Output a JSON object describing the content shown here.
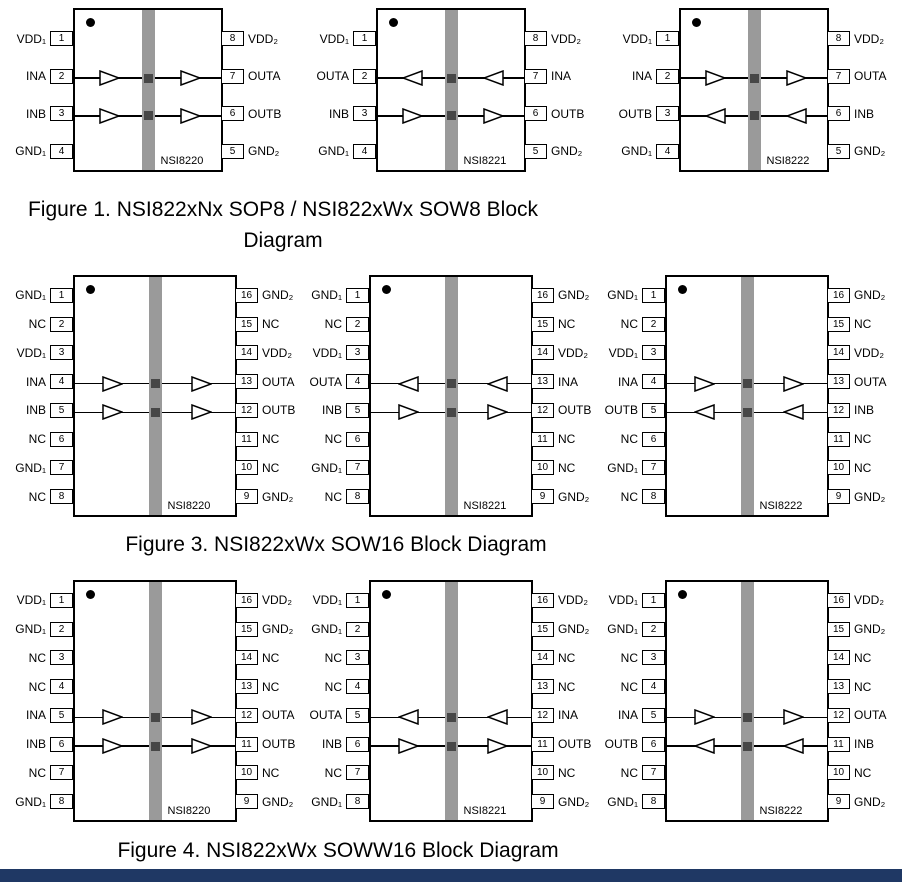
{
  "style": {
    "isolation_barrier_color": "#9a9a9a",
    "isolation_capacitor_color": "#474747",
    "footer_bar_color": "#1f3864",
    "line_color": "#000000"
  },
  "figures": [
    {
      "id": "figure-1",
      "caption_lines": [
        "Figure 1. NSI822xNx SOP8 / NSI822xWx SOW8 Block",
        "Diagram"
      ],
      "chips": [
        {
          "name": "NSI8220",
          "left_pins": [
            {
              "label": "VDD₁",
              "num": "1"
            },
            {
              "label": "INA",
              "num": "2"
            },
            {
              "label": "INB",
              "num": "3"
            },
            {
              "label": "GND₁",
              "num": "4"
            }
          ],
          "right_pins": [
            {
              "label": "VDD₂",
              "num": "8"
            },
            {
              "label": "OUTA",
              "num": "7"
            },
            {
              "label": "OUTB",
              "num": "6"
            },
            {
              "label": "GND₂",
              "num": "5"
            }
          ],
          "channels": [
            {
              "name": "A",
              "pin_row": 1,
              "direction": "right"
            },
            {
              "name": "B",
              "pin_row": 2,
              "direction": "right"
            }
          ]
        },
        {
          "name": "NSI8221",
          "left_pins": [
            {
              "label": "VDD₁",
              "num": "1"
            },
            {
              "label": "OUTA",
              "num": "2"
            },
            {
              "label": "INB",
              "num": "3"
            },
            {
              "label": "GND₁",
              "num": "4"
            }
          ],
          "right_pins": [
            {
              "label": "VDD₂",
              "num": "8"
            },
            {
              "label": "INA",
              "num": "7"
            },
            {
              "label": "OUTB",
              "num": "6"
            },
            {
              "label": "GND₂",
              "num": "5"
            }
          ],
          "channels": [
            {
              "name": "A",
              "pin_row": 1,
              "direction": "left"
            },
            {
              "name": "B",
              "pin_row": 2,
              "direction": "right"
            }
          ]
        },
        {
          "name": "NSI8222",
          "left_pins": [
            {
              "label": "VDD₁",
              "num": "1"
            },
            {
              "label": "INA",
              "num": "2"
            },
            {
              "label": "OUTB",
              "num": "3"
            },
            {
              "label": "GND₁",
              "num": "4"
            }
          ],
          "right_pins": [
            {
              "label": "VDD₂",
              "num": "8"
            },
            {
              "label": "OUTA",
              "num": "7"
            },
            {
              "label": "INB",
              "num": "6"
            },
            {
              "label": "GND₂",
              "num": "5"
            }
          ],
          "channels": [
            {
              "name": "A",
              "pin_row": 1,
              "direction": "right"
            },
            {
              "name": "B",
              "pin_row": 2,
              "direction": "left"
            }
          ]
        }
      ]
    },
    {
      "id": "figure-3",
      "caption_lines": [
        "Figure 3. NSI822xWx SOW16 Block Diagram"
      ],
      "chips": [
        {
          "name": "NSI8220",
          "left_pins": [
            {
              "label": "GND₁",
              "num": "1"
            },
            {
              "label": "NC",
              "num": "2"
            },
            {
              "label": "VDD₁",
              "num": "3"
            },
            {
              "label": "INA",
              "num": "4"
            },
            {
              "label": "INB",
              "num": "5"
            },
            {
              "label": "NC",
              "num": "6"
            },
            {
              "label": "GND₁",
              "num": "7"
            },
            {
              "label": "NC",
              "num": "8"
            }
          ],
          "right_pins": [
            {
              "label": "GND₂",
              "num": "16"
            },
            {
              "label": "NC",
              "num": "15"
            },
            {
              "label": "VDD₂",
              "num": "14"
            },
            {
              "label": "OUTA",
              "num": "13"
            },
            {
              "label": "OUTB",
              "num": "12"
            },
            {
              "label": "NC",
              "num": "11"
            },
            {
              "label": "NC",
              "num": "10"
            },
            {
              "label": "GND₂",
              "num": "9"
            }
          ],
          "channels": [
            {
              "name": "A",
              "pin_row": 3,
              "direction": "right"
            },
            {
              "name": "B",
              "pin_row": 4,
              "direction": "right"
            }
          ]
        },
        {
          "name": "NSI8221",
          "left_pins": [
            {
              "label": "GND₁",
              "num": "1"
            },
            {
              "label": "NC",
              "num": "2"
            },
            {
              "label": "VDD₁",
              "num": "3"
            },
            {
              "label": "OUTA",
              "num": "4"
            },
            {
              "label": "INB",
              "num": "5"
            },
            {
              "label": "NC",
              "num": "6"
            },
            {
              "label": "GND₁",
              "num": "7"
            },
            {
              "label": "NC",
              "num": "8"
            }
          ],
          "right_pins": [
            {
              "label": "GND₂",
              "num": "16"
            },
            {
              "label": "NC",
              "num": "15"
            },
            {
              "label": "VDD₂",
              "num": "14"
            },
            {
              "label": "INA",
              "num": "13"
            },
            {
              "label": "OUTB",
              "num": "12"
            },
            {
              "label": "NC",
              "num": "11"
            },
            {
              "label": "NC",
              "num": "10"
            },
            {
              "label": "GND₂",
              "num": "9"
            }
          ],
          "channels": [
            {
              "name": "A",
              "pin_row": 3,
              "direction": "left"
            },
            {
              "name": "B",
              "pin_row": 4,
              "direction": "right"
            }
          ]
        },
        {
          "name": "NSI8222",
          "left_pins": [
            {
              "label": "GND₁",
              "num": "1"
            },
            {
              "label": "NC",
              "num": "2"
            },
            {
              "label": "VDD₁",
              "num": "3"
            },
            {
              "label": "INA",
              "num": "4"
            },
            {
              "label": "OUTB",
              "num": "5"
            },
            {
              "label": "NC",
              "num": "6"
            },
            {
              "label": "GND₁",
              "num": "7"
            },
            {
              "label": "NC",
              "num": "8"
            }
          ],
          "right_pins": [
            {
              "label": "GND₂",
              "num": "16"
            },
            {
              "label": "NC",
              "num": "15"
            },
            {
              "label": "VDD₂",
              "num": "14"
            },
            {
              "label": "OUTA",
              "num": "13"
            },
            {
              "label": "INB",
              "num": "12"
            },
            {
              "label": "NC",
              "num": "11"
            },
            {
              "label": "NC",
              "num": "10"
            },
            {
              "label": "GND₂",
              "num": "9"
            }
          ],
          "channels": [
            {
              "name": "A",
              "pin_row": 3,
              "direction": "right"
            },
            {
              "name": "B",
              "pin_row": 4,
              "direction": "left"
            }
          ]
        }
      ]
    },
    {
      "id": "figure-4",
      "caption_lines": [
        "Figure 4. NSI822xWx SOWW16 Block Diagram"
      ],
      "chips": [
        {
          "name": "NSI8220",
          "left_pins": [
            {
              "label": "VDD₁",
              "num": "1"
            },
            {
              "label": "GND₁",
              "num": "2"
            },
            {
              "label": "NC",
              "num": "3"
            },
            {
              "label": "NC",
              "num": "4"
            },
            {
              "label": "INA",
              "num": "5"
            },
            {
              "label": "INB",
              "num": "6"
            },
            {
              "label": "NC",
              "num": "7"
            },
            {
              "label": "GND₁",
              "num": "8"
            }
          ],
          "right_pins": [
            {
              "label": "VDD₂",
              "num": "16"
            },
            {
              "label": "GND₂",
              "num": "15"
            },
            {
              "label": "NC",
              "num": "14"
            },
            {
              "label": "NC",
              "num": "13"
            },
            {
              "label": "OUTA",
              "num": "12"
            },
            {
              "label": "OUTB",
              "num": "11"
            },
            {
              "label": "NC",
              "num": "10"
            },
            {
              "label": "GND₂",
              "num": "9"
            }
          ],
          "channels": [
            {
              "name": "A",
              "pin_row": 4,
              "direction": "right"
            },
            {
              "name": "B",
              "pin_row": 5,
              "direction": "right"
            }
          ]
        },
        {
          "name": "NSI8221",
          "left_pins": [
            {
              "label": "VDD₁",
              "num": "1"
            },
            {
              "label": "GND₁",
              "num": "2"
            },
            {
              "label": "NC",
              "num": "3"
            },
            {
              "label": "NC",
              "num": "4"
            },
            {
              "label": "OUTA",
              "num": "5"
            },
            {
              "label": "INB",
              "num": "6"
            },
            {
              "label": "NC",
              "num": "7"
            },
            {
              "label": "GND₁",
              "num": "8"
            }
          ],
          "right_pins": [
            {
              "label": "VDD₂",
              "num": "16"
            },
            {
              "label": "GND₂",
              "num": "15"
            },
            {
              "label": "NC",
              "num": "14"
            },
            {
              "label": "NC",
              "num": "13"
            },
            {
              "label": "INA",
              "num": "12"
            },
            {
              "label": "OUTB",
              "num": "11"
            },
            {
              "label": "NC",
              "num": "10"
            },
            {
              "label": "GND₂",
              "num": "9"
            }
          ],
          "channels": [
            {
              "name": "A",
              "pin_row": 4,
              "direction": "left"
            },
            {
              "name": "B",
              "pin_row": 5,
              "direction": "right"
            }
          ]
        },
        {
          "name": "NSI8222",
          "left_pins": [
            {
              "label": "VDD₁",
              "num": "1"
            },
            {
              "label": "GND₁",
              "num": "2"
            },
            {
              "label": "NC",
              "num": "3"
            },
            {
              "label": "NC",
              "num": "4"
            },
            {
              "label": "INA",
              "num": "5"
            },
            {
              "label": "OUTB",
              "num": "6"
            },
            {
              "label": "NC",
              "num": "7"
            },
            {
              "label": "GND₁",
              "num": "8"
            }
          ],
          "right_pins": [
            {
              "label": "VDD₂",
              "num": "16"
            },
            {
              "label": "GND₂",
              "num": "15"
            },
            {
              "label": "NC",
              "num": "14"
            },
            {
              "label": "NC",
              "num": "13"
            },
            {
              "label": "OUTA",
              "num": "12"
            },
            {
              "label": "INB",
              "num": "11"
            },
            {
              "label": "NC",
              "num": "10"
            },
            {
              "label": "GND₂",
              "num": "9"
            }
          ],
          "channels": [
            {
              "name": "A",
              "pin_row": 4,
              "direction": "right"
            },
            {
              "name": "B",
              "pin_row": 5,
              "direction": "left"
            }
          ]
        }
      ]
    }
  ]
}
